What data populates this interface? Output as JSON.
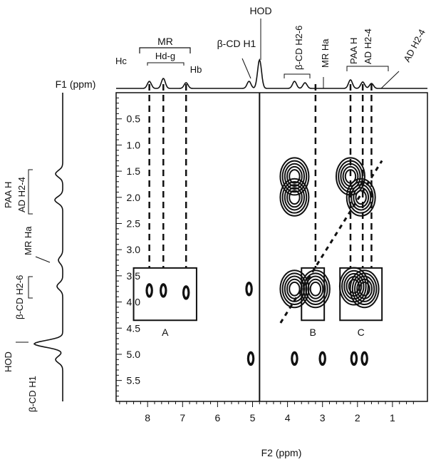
{
  "chart_data": {
    "type": "heatmap",
    "subtype": "2D NMR (ROESY) contour spectrum",
    "x_axis": {
      "label": "F2 (ppm)",
      "range": [
        8.9,
        0.0
      ],
      "reversed": true,
      "ticks": [
        "8",
        "7",
        "6",
        "5",
        "4",
        "3",
        "2",
        "1"
      ],
      "tick_values": [
        8,
        7,
        6,
        5,
        4,
        3,
        2,
        1
      ]
    },
    "y_axis": {
      "label": "F1 (ppm)",
      "range": [
        0.0,
        5.9
      ],
      "ticks": [
        "0.5",
        "1.0",
        "1.5",
        "2.0",
        "2.5",
        "3.0",
        "3.5",
        "4.0",
        "4.5",
        "5.0",
        "5.5"
      ],
      "tick_values": [
        0.5,
        1.0,
        1.5,
        2.0,
        2.5,
        3.0,
        3.5,
        4.0,
        4.5,
        5.0,
        5.5
      ]
    },
    "top_annotations": {
      "group_label": "MR",
      "hc": "Hc",
      "hdg": "Hd-g",
      "hb": "Hb",
      "cd_h1": "β-CD H1",
      "hod": "HOD",
      "cd_h26": "β-CD H2-6",
      "mr_ha": "MR Ha",
      "paa_h": "PAA H",
      "ad_h24": "AD H2-4",
      "ad_h24_right": "AD H2-4"
    },
    "left_annotations": {
      "paa_h": "PAA H",
      "ad_h24": "AD H2-4",
      "mr_ha": "MR Ha",
      "cd_h26": "β-CD H2-6",
      "hod": "HOD",
      "cd_h1": "β-CD H1"
    },
    "regions": [
      {
        "label": "A",
        "x_range": [
          8.4,
          6.6
        ],
        "y_range": [
          3.35,
          4.35
        ]
      },
      {
        "label": "B",
        "x_range": [
          3.6,
          2.95
        ],
        "y_range": [
          3.35,
          4.35
        ]
      },
      {
        "label": "C",
        "x_range": [
          2.5,
          1.3
        ],
        "y_range": [
          3.35,
          4.35
        ]
      }
    ],
    "cross_peaks": [
      {
        "x": 7.95,
        "y": 3.78
      },
      {
        "x": 7.55,
        "y": 3.78
      },
      {
        "x": 6.9,
        "y": 3.82
      },
      {
        "x": 5.1,
        "y": 3.75
      },
      {
        "x": 5.05,
        "y": 5.08
      },
      {
        "x": 3.8,
        "y": 1.6
      },
      {
        "x": 3.8,
        "y": 2.0
      },
      {
        "x": 3.8,
        "y": 3.75
      },
      {
        "x": 3.8,
        "y": 5.08
      },
      {
        "x": 3.2,
        "y": 3.75
      },
      {
        "x": 2.1,
        "y": 3.7
      },
      {
        "x": 1.8,
        "y": 3.75
      },
      {
        "x": 2.2,
        "y": 1.6
      },
      {
        "x": 1.9,
        "y": 2.0
      },
      {
        "x": 3.0,
        "y": 5.08
      },
      {
        "x": 2.1,
        "y": 5.08
      },
      {
        "x": 1.8,
        "y": 5.08
      }
    ],
    "reference_lines_ppm": [
      7.95,
      7.55,
      6.9,
      3.2,
      2.2,
      1.85,
      1.6
    ],
    "grid": false
  }
}
